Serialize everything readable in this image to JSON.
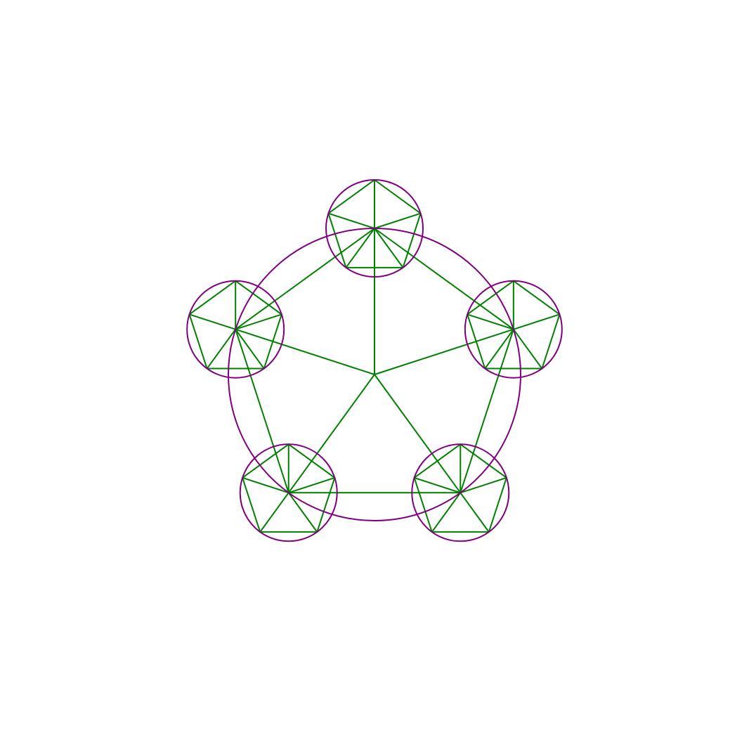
{
  "diagram": {
    "figure": "nested-pentagon-fractal",
    "colors": {
      "background": "#ffffff",
      "circle_stroke": "#800080",
      "line_stroke": "#008000"
    },
    "structure": {
      "outer_polygon_sides": 5,
      "outer_circle_count": 1,
      "small_circle_count": 5,
      "inner_polygon_sides": 5
    }
  }
}
